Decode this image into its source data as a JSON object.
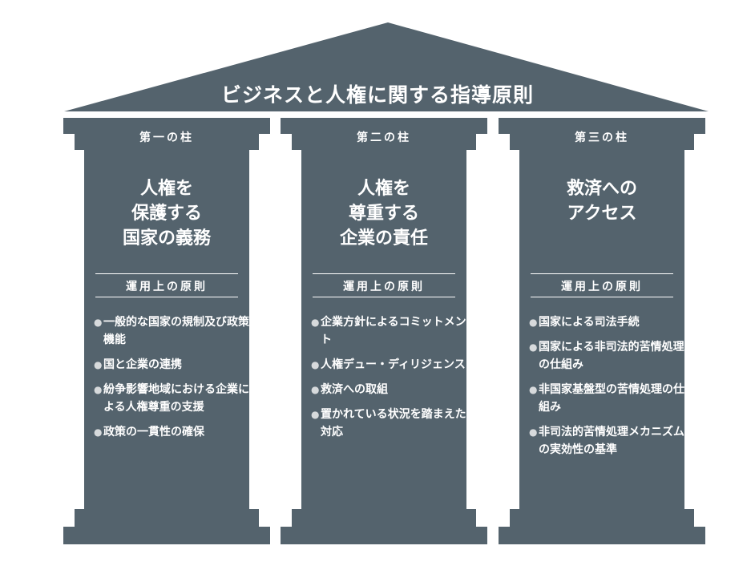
{
  "title": "ビジネスと人権に関する指導原則",
  "colors": {
    "pillar": "#54636d",
    "background": "#ffffff",
    "text": "#ffffff",
    "bullet": "#d7dadc"
  },
  "bullet_icon": "●",
  "pillars": [
    {
      "heading": "第一の柱",
      "title": "人権を\n保護する\n国家の義務",
      "principles_label": "運用上の原則",
      "items": [
        "一般的な国家の規制及び政策機能",
        "国と企業の連携",
        "紛争影響地域における企業による人権尊重の支援",
        "政策の一貫性の確保"
      ]
    },
    {
      "heading": "第二の柱",
      "title": "人権を\n尊重する\n企業の責任",
      "principles_label": "運用上の原則",
      "items": [
        "企業方針によるコミットメント",
        "人権デュー・ディリジェンス",
        "救済への取組",
        "置かれている状況を踏まえた対応"
      ]
    },
    {
      "heading": "第三の柱",
      "title": "救済への\nアクセス",
      "principles_label": "運用上の原則",
      "items": [
        "国家による司法手続",
        "国家による非司法的苦情処理の仕組み",
        "非国家基盤型の苦情処理の仕組み",
        "非司法的苦情処理メカニズムの実効性の基準"
      ]
    }
  ]
}
